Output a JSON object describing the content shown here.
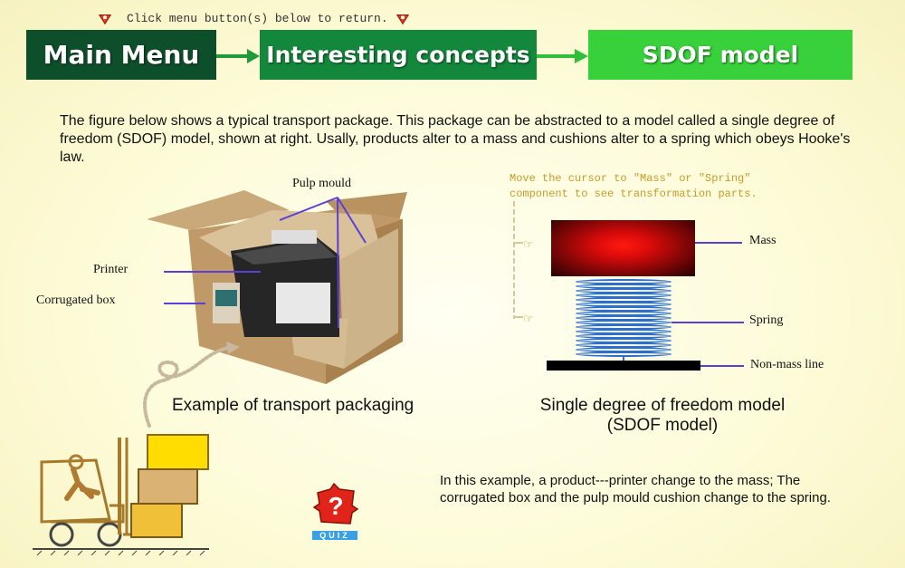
{
  "header": {
    "return_hint": "Click menu button(s) below to return.",
    "breadcrumb": [
      "Main Menu",
      "Interesting concepts",
      "SDOF model"
    ]
  },
  "intro_text": "The figure below shows a typical transport package. This package can be abstracted to a model called a single degree of freedom (SDOF) model, shown at right. Usally, products alter to a mass and cushions alter to a spring which obeys Hooke's law.",
  "package": {
    "labels": {
      "pulp_mould": "Pulp mould",
      "printer": "Printer",
      "corrugated_box": "Corrugated box"
    },
    "caption": "Example of transport packaging"
  },
  "model": {
    "instruction_line1": "Move the cursor to \"Mass\" or \"Spring\"",
    "instruction_line2": "component to see transformation parts.",
    "labels": {
      "mass": "Mass",
      "spring": "Spring",
      "non_mass_line": "Non-mass line"
    },
    "caption_line1": "Single degree of freedom model",
    "caption_line2": "(SDOF model)"
  },
  "quiz_label": "QUIZ",
  "outro_text": "In this example, a product---printer change to the mass; The corrugated box and the pulp mould cushion change to the spring.",
  "colors": {
    "crumb_dark": "#0e4f2b",
    "crumb_mid": "#13873b",
    "crumb_light": "#38d13b",
    "pointer_line": "#5b3fd6",
    "spring_blue": "#2d6fcf",
    "mass_red": "#e00a0a",
    "instruction_gold": "#c79a2b"
  }
}
